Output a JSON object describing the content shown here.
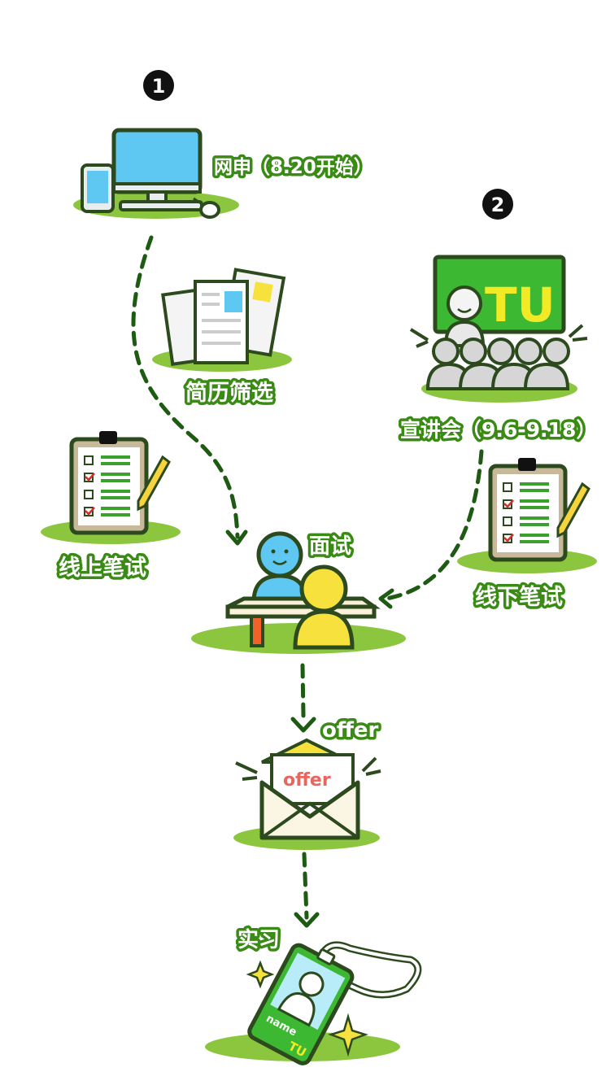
{
  "steps": {
    "step1_number": "1",
    "step2_number": "2",
    "online_apply": "网申（8.20开始）",
    "resume_screening": "简历筛选",
    "info_session": "宣讲会（9.6-9.18）",
    "online_test": "线上笔试",
    "offline_test": "线下笔试",
    "interview": "面试",
    "offer": "offer",
    "internship": "实习"
  },
  "illustrations": {
    "board_logo": "TU",
    "envelope_text": "offer",
    "badge_name": "name",
    "badge_logo": "TU"
  },
  "colors": {
    "grass": "#8cc63f",
    "dark_green": "#1d5a12",
    "outline": "#2c4a1e",
    "board_green": "#3cb832",
    "logo_yellow": "#f2ea25",
    "person_blue": "#5ec8f2",
    "person_yellow": "#f7e13c",
    "offer_red": "#e8665e",
    "label_stroke": "#3a8a16"
  }
}
